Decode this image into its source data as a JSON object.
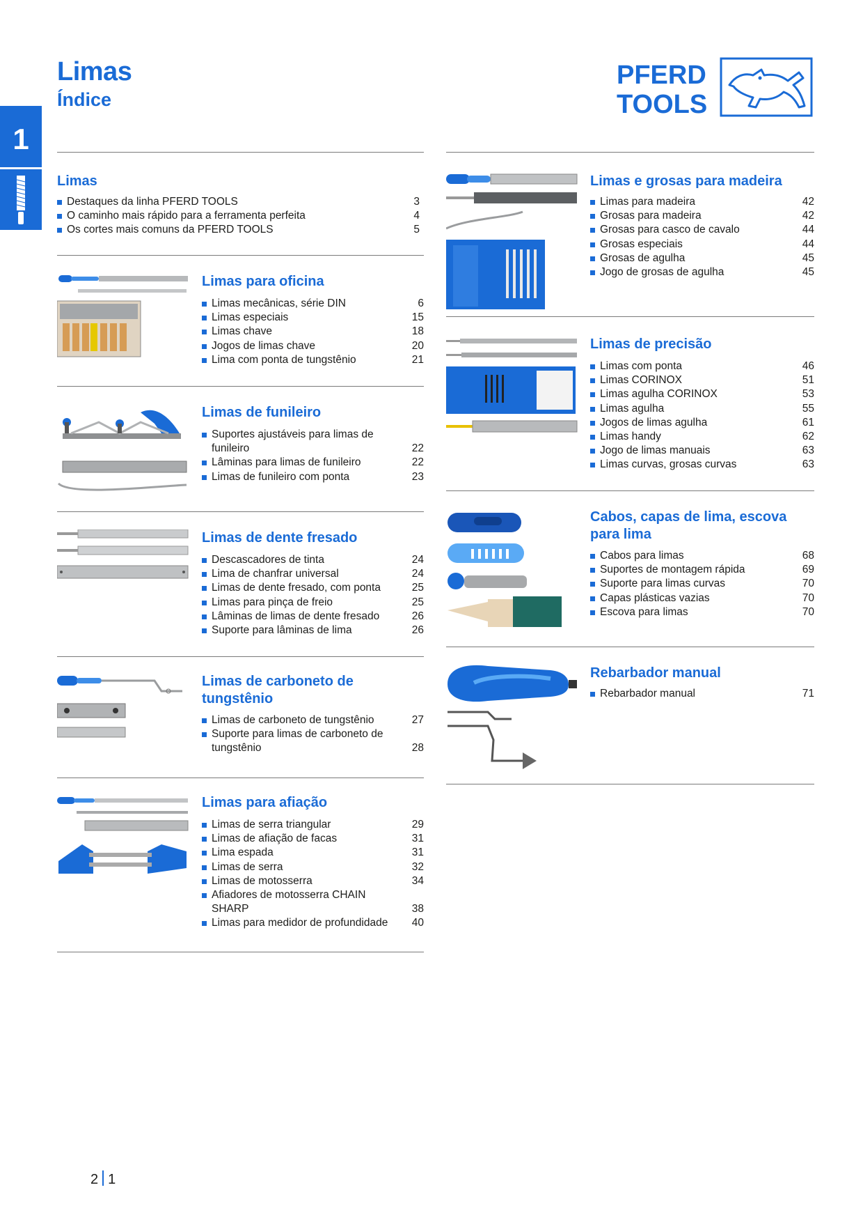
{
  "chapter": {
    "number": "1"
  },
  "header": {
    "title": "Limas",
    "subtitle": "Índice"
  },
  "brand": {
    "line1": "PFERD",
    "line2": "TOOLS"
  },
  "colors": {
    "brand_blue": "#1a6bd6",
    "rule_gray": "#7a7a7a",
    "text": "#1d1d1b"
  },
  "sections": {
    "limas": {
      "title": "Limas",
      "items": [
        {
          "text": "Destaques da linha PFERD TOOLS",
          "page": "3"
        },
        {
          "text": "O caminho mais rápido para a ferramenta perfeita",
          "page": "4"
        },
        {
          "text": "Os cortes mais comuns da PFERD TOOLS",
          "page": "5"
        }
      ]
    },
    "oficina": {
      "title": "Limas para oficina",
      "items": [
        {
          "text": "Limas mecânicas, série DIN",
          "page": "6"
        },
        {
          "text": "Limas especiais",
          "page": "15"
        },
        {
          "text": "Limas chave",
          "page": "18"
        },
        {
          "text": "Jogos de limas chave",
          "page": "20"
        },
        {
          "text": "Lima com ponta de tungstênio",
          "page": "21"
        }
      ]
    },
    "funileiro": {
      "title": "Limas de funileiro",
      "items": [
        {
          "text": "Suportes ajustáveis para limas de funileiro",
          "page": "22"
        },
        {
          "text": "Lâminas para limas de funileiro",
          "page": "22"
        },
        {
          "text": "Limas de funileiro com ponta",
          "page": "23"
        }
      ]
    },
    "fresado": {
      "title": "Limas de dente fresado",
      "items": [
        {
          "text": "Descascadores de tinta",
          "page": "24"
        },
        {
          "text": "Lima de chanfrar universal",
          "page": "24"
        },
        {
          "text": "Limas de dente fresado, com ponta",
          "page": "25"
        },
        {
          "text": "Limas para pinça de freio",
          "page": "25"
        },
        {
          "text": "Lâminas de limas de dente fresado",
          "page": "26"
        },
        {
          "text": "Suporte para lâminas de lima",
          "page": "26"
        }
      ]
    },
    "carboneto": {
      "title": "Limas de carboneto de tungstênio",
      "items": [
        {
          "text": "Limas de carboneto de tungstênio",
          "page": "27"
        },
        {
          "text": "Suporte para limas de carboneto de tungstênio",
          "page": "28"
        }
      ]
    },
    "afiacao": {
      "title": "Limas para afiação",
      "items": [
        {
          "text": "Limas de serra triangular",
          "page": "29"
        },
        {
          "text": "Limas de afiação de facas",
          "page": "31"
        },
        {
          "text": "Lima espada",
          "page": "31"
        },
        {
          "text": "Limas de serra",
          "page": "32"
        },
        {
          "text": "Limas de motosserra",
          "page": "34"
        },
        {
          "text": "Afiadores de motosserra CHAIN SHARP",
          "page": "38"
        },
        {
          "text": "Limas para medidor de profundidade",
          "page": "40"
        }
      ]
    },
    "madeira": {
      "title": "Limas e grosas para madeira",
      "items": [
        {
          "text": "Limas para madeira",
          "page": "42"
        },
        {
          "text": "Grosas para madeira",
          "page": "42"
        },
        {
          "text": "Grosas para casco de cavalo",
          "page": "44"
        },
        {
          "text": "Grosas especiais",
          "page": "44"
        },
        {
          "text": "Grosas de agulha",
          "page": "45"
        },
        {
          "text": "Jogo de grosas de agulha",
          "page": "45"
        }
      ]
    },
    "precisao": {
      "title": "Limas de precisão",
      "items": [
        {
          "text": "Limas com ponta",
          "page": "46"
        },
        {
          "text": "Limas CORINOX",
          "page": "51"
        },
        {
          "text": "Limas agulha CORINOX",
          "page": "53"
        },
        {
          "text": "Limas agulha",
          "page": "55"
        },
        {
          "text": "Jogos de limas agulha",
          "page": "61"
        },
        {
          "text": "Limas handy",
          "page": "62"
        },
        {
          "text": "Jogo de limas manuais",
          "page": "63"
        },
        {
          "text": "Limas curvas, grosas curvas",
          "page": "63"
        }
      ]
    },
    "cabos": {
      "title": "Cabos, capas de lima, escova para lima",
      "items": [
        {
          "text": "Cabos para limas",
          "page": "68"
        },
        {
          "text": "Suportes de montagem rápida",
          "page": "69"
        },
        {
          "text": "Suporte para limas curvas",
          "page": "70"
        },
        {
          "text": "Capas plásticas vazias",
          "page": "70"
        },
        {
          "text": "Escova para limas",
          "page": "70"
        }
      ]
    },
    "rebarbador": {
      "title": "Rebarbador manual",
      "items": [
        {
          "text": "Rebarbador manual",
          "page": "71"
        }
      ]
    }
  },
  "footer": {
    "page_left": "2",
    "page_right": "1"
  }
}
